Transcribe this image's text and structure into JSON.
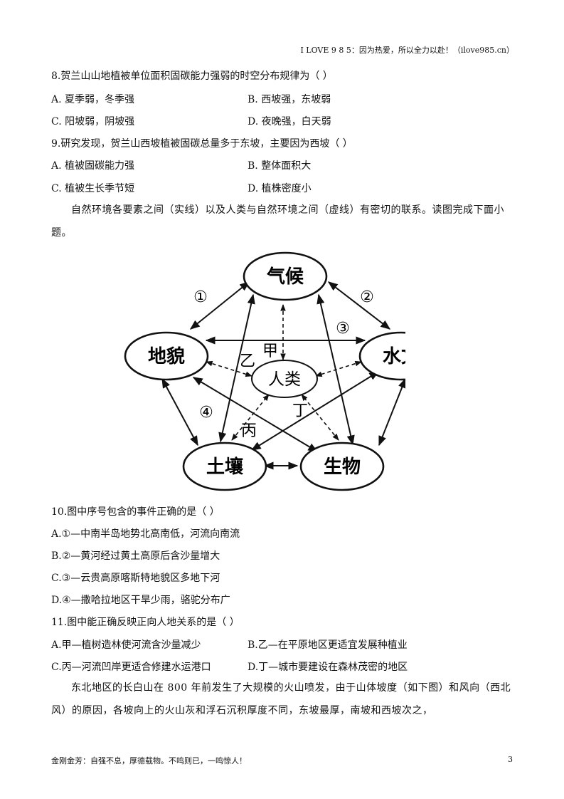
{
  "header": {
    "text": "I LOVE 9 8 5：因为热爱，所以全力以赴！（ilove985.cn）"
  },
  "q8": {
    "stem": "8.贺兰山山地植被单位面积固碳能力强弱的时空分布规律为（    ）",
    "A": "A. 夏季弱，冬季强",
    "B": "B. 西坡强，东坡弱",
    "C": "C. 阳坡弱，阴坡强",
    "D": "D. 夜晚强，白天弱"
  },
  "q9": {
    "stem": "9.研究发现，贺兰山西坡植被固碳总量多于东坡，主要因为西坡（    ）",
    "A": "A. 植被固碳能力强",
    "B": "B. 整体面积大",
    "C": "C. 植被生长季节短",
    "D": "D. 植株密度小"
  },
  "intro": "自然环境各要素之间（实线）以及人类与自然环境之间（虚线）有密切的联系。读图完成下面小题。",
  "diagram": {
    "nodes": {
      "climate": "气候",
      "landform": "地貌",
      "hydrology": "水文",
      "soil": "土壤",
      "biology": "生物",
      "human": "人类"
    },
    "labels": {
      "n1": "①",
      "n2": "②",
      "n3": "③",
      "n4": "④",
      "jia": "甲",
      "yi": "乙",
      "bing": "丙",
      "ding": "丁"
    }
  },
  "q10": {
    "stem": "10.图中序号包含的事件正确的是（    ）",
    "A": "A.①—中南半岛地势北高南低，河流向南流",
    "B": "B.②—黄河经过黄土高原后含沙量增大",
    "C": "C.③—云贵高原喀斯特地貌区多地下河",
    "D": "D.④—撒哈拉地区干旱少雨，骆驼分布广"
  },
  "q11": {
    "stem": "11.图中能正确反映正向人地关系的是（    ）",
    "A": "A.甲—植树造林使河流含沙量减少",
    "B": "B.乙—在平原地区更适宜发展种植业",
    "C": "C.丙—河流凹岸更适合修建水运港口",
    "D": "D.丁—城市要建设在森林茂密的地区"
  },
  "passage": "东北地区的长白山在 800 年前发生了大规模的火山喷发，由于山体坡度（如下图）和风向（西北风）的原因，各坡向上的火山灰和浮石沉积厚度不同，东坡最厚，南坡和西坡次之，",
  "footer": {
    "left": "金刚金芳：自强不息，厚德载物。不鸣则已，一鸣惊人！",
    "page": "3"
  }
}
